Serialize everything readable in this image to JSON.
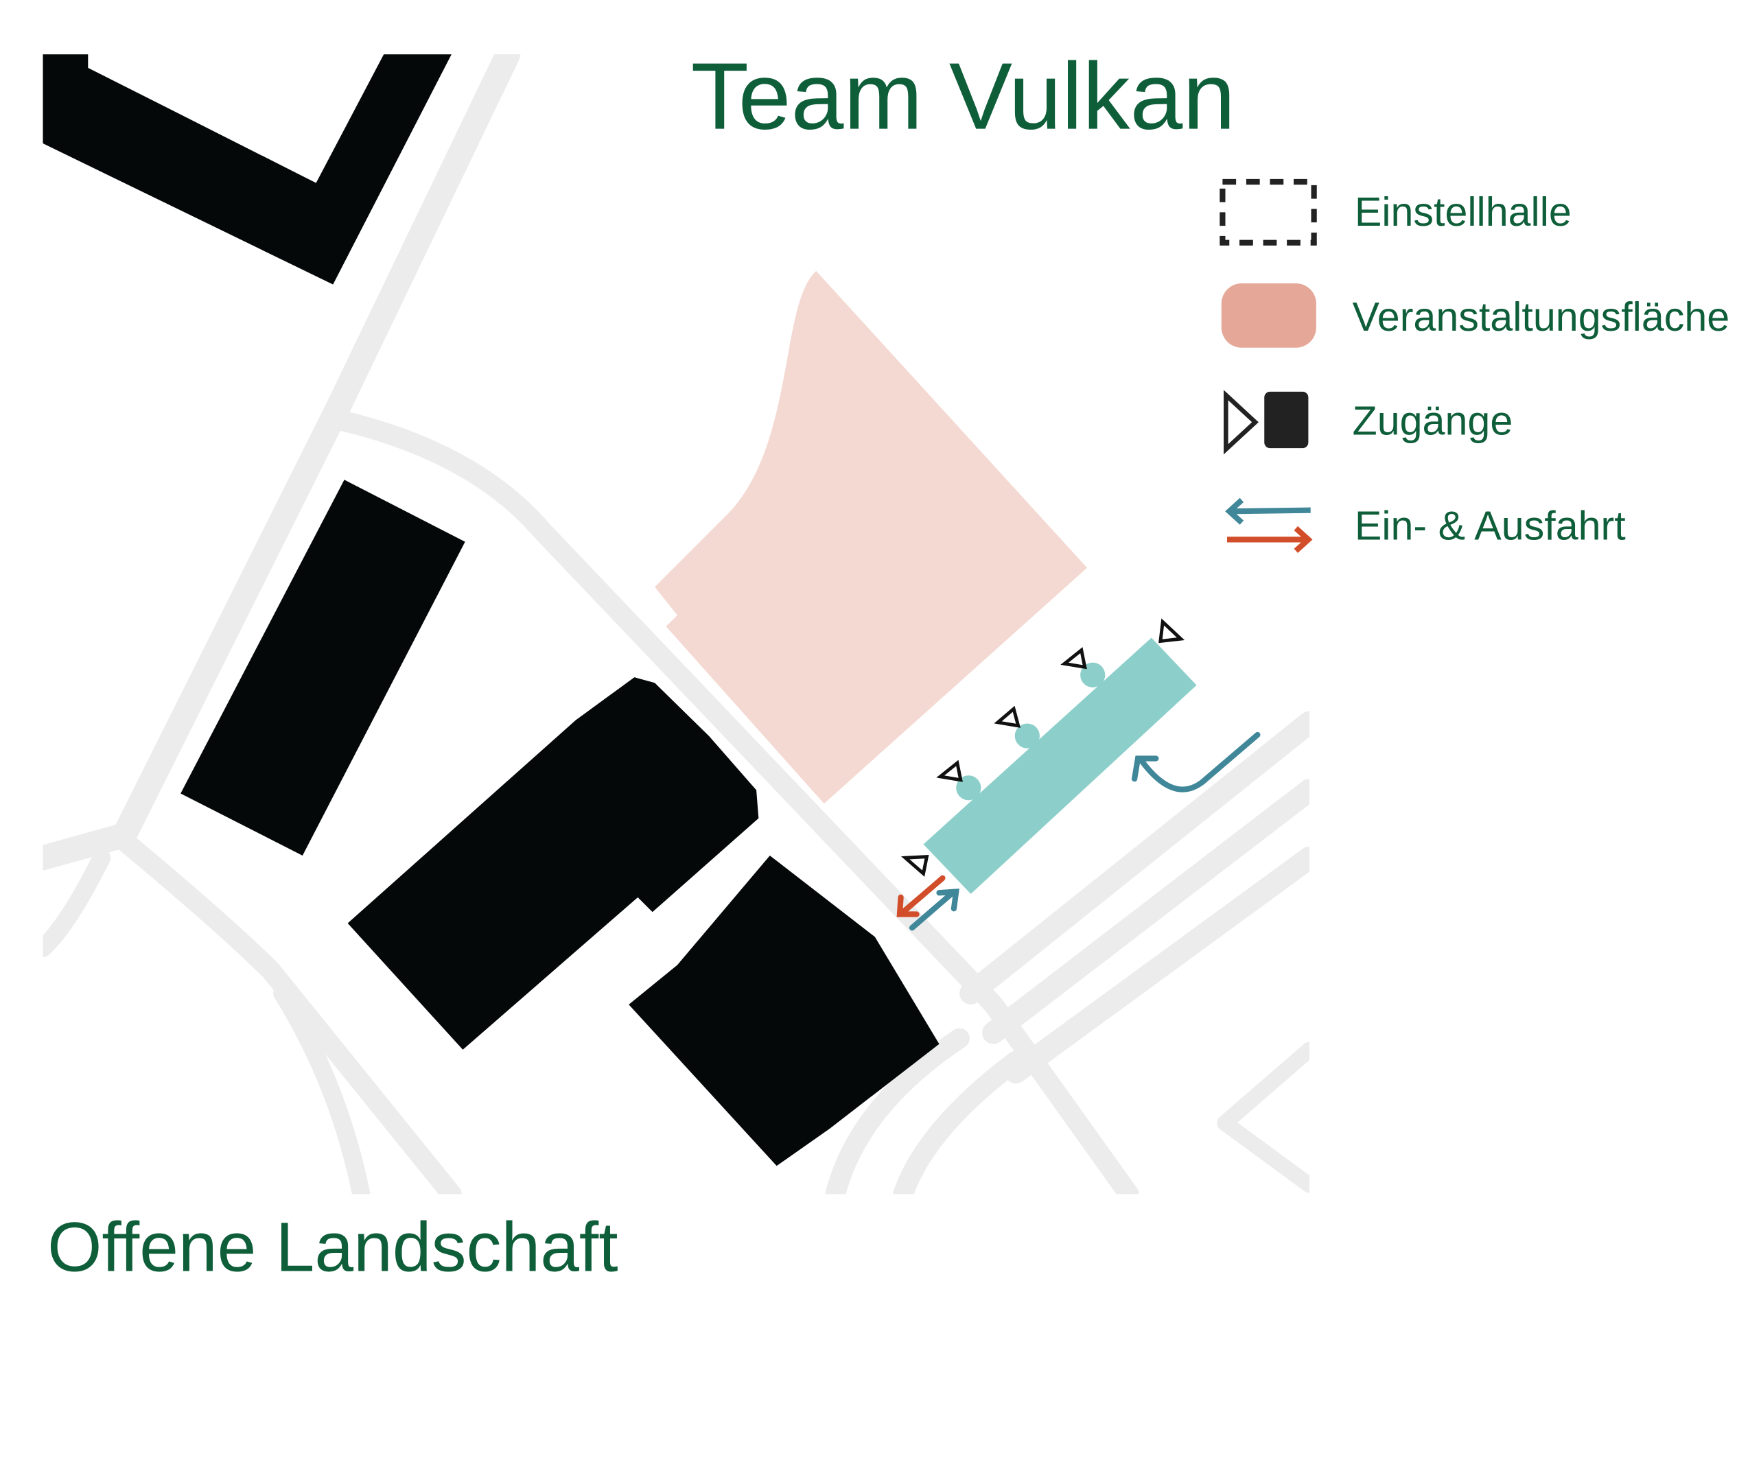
{
  "title": "Team Vulkan",
  "subtitle": "Offene Landschaft",
  "legend": [
    {
      "label": "Einstellhalle",
      "icon": "dashed-rectangle-icon"
    },
    {
      "label": "Veranstaltungsfläche",
      "icon": "pink-rounded-square-icon"
    },
    {
      "label": "Zugänge",
      "icon": "triangle-and-square-icon"
    },
    {
      "label": "Ein- & Ausfahrt",
      "icon": "in-out-arrows-icon"
    }
  ],
  "colors": {
    "text": "#0f5e3a",
    "building": "#050809",
    "event_area": "#f4d9d2",
    "event_area_legend": "#e5a898",
    "parking": "#8ccfca",
    "entry_arrow": "#3f8799",
    "exit_arrow": "#d24e2a",
    "road": "#ececec"
  }
}
